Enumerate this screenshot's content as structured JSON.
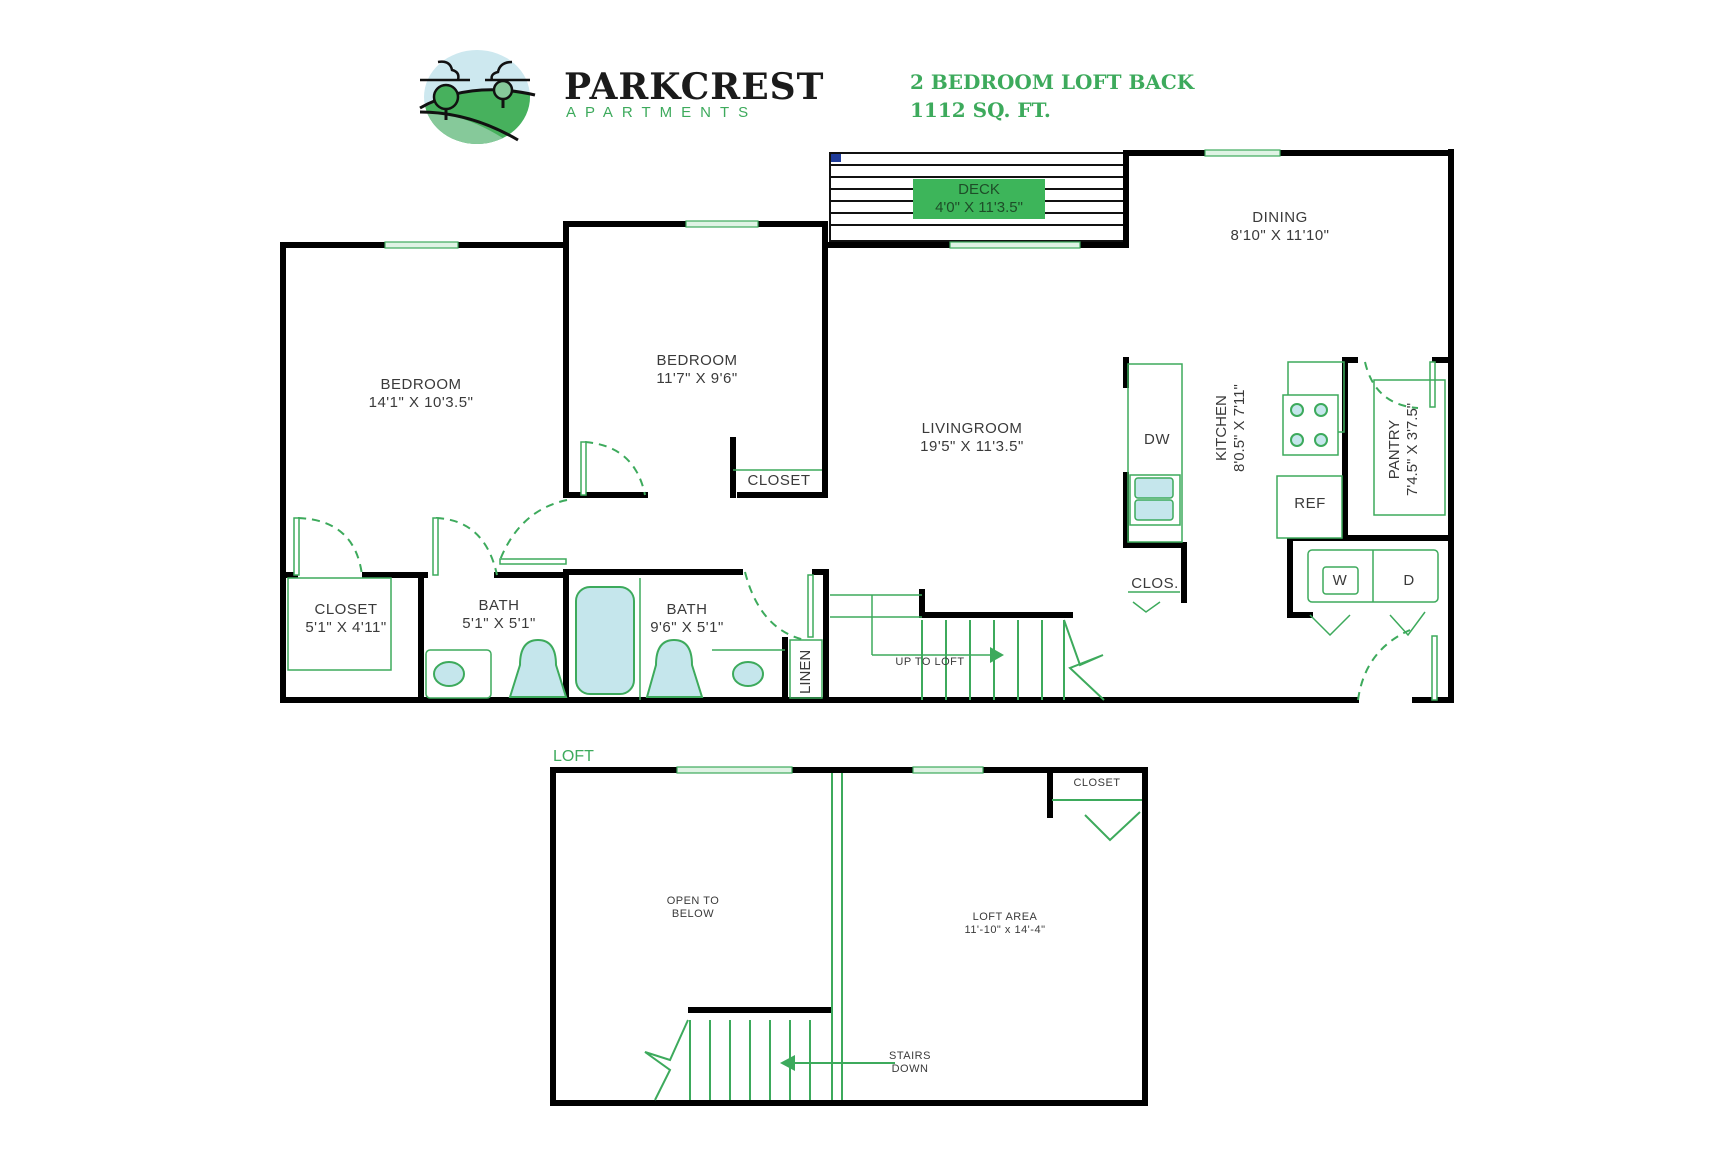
{
  "header": {
    "brand": {
      "name": "PARKCREST",
      "subtitle": "APARTMENTS",
      "logo_icon": "landscape-hills-trees-icon"
    },
    "plan_name": "2 BEDROOM LOFT BACK",
    "area": "1112 SQ. FT."
  },
  "colors": {
    "wall": "#000000",
    "accent_green": "#3daa5c",
    "fixture_fill": "#c5e6ec",
    "deck_label_bg": "#3db55a",
    "text": "#3a3a3a"
  },
  "main_floor": {
    "rooms": [
      {
        "name": "BEDROOM",
        "dims": "14'1\" X 10'3.5\""
      },
      {
        "name": "BEDROOM",
        "dims": "11'7\" X 9'6\""
      },
      {
        "name": "DECK",
        "dims": "4'0\" X 11'3.5\""
      },
      {
        "name": "DINING",
        "dims": "8'10\" X 11'10\""
      },
      {
        "name": "LIVINGROOM",
        "dims": "19'5\" X 11'3.5\""
      },
      {
        "name": "KITCHEN",
        "dims": "8'0.5\" X 7'11\""
      },
      {
        "name": "PANTRY",
        "dims": "7'4.5\" X 3'7.5\""
      },
      {
        "name": "CLOSET",
        "dims": "5'1\" X 4'11\""
      },
      {
        "name": "BATH",
        "dims": "5'1\" X 5'1\""
      },
      {
        "name": "BATH",
        "dims": "9'6\" X 5'1\""
      }
    ],
    "fixtures": {
      "closet": "CLOSET",
      "dishwasher": "DW",
      "refrigerator": "REF",
      "kitchen_closet": "CLOS.",
      "washer": "W",
      "dryer": "D",
      "linen": "LINEN",
      "stairs": "UP TO LOFT"
    }
  },
  "loft": {
    "title": "LOFT",
    "open_to_below": [
      "OPEN TO",
      "BELOW"
    ],
    "loft_area": {
      "name": "LOFT AREA",
      "dims": "11'-10\" x 14'-4\""
    },
    "closet": "CLOSET",
    "stairs": [
      "STAIRS",
      "DOWN"
    ]
  }
}
